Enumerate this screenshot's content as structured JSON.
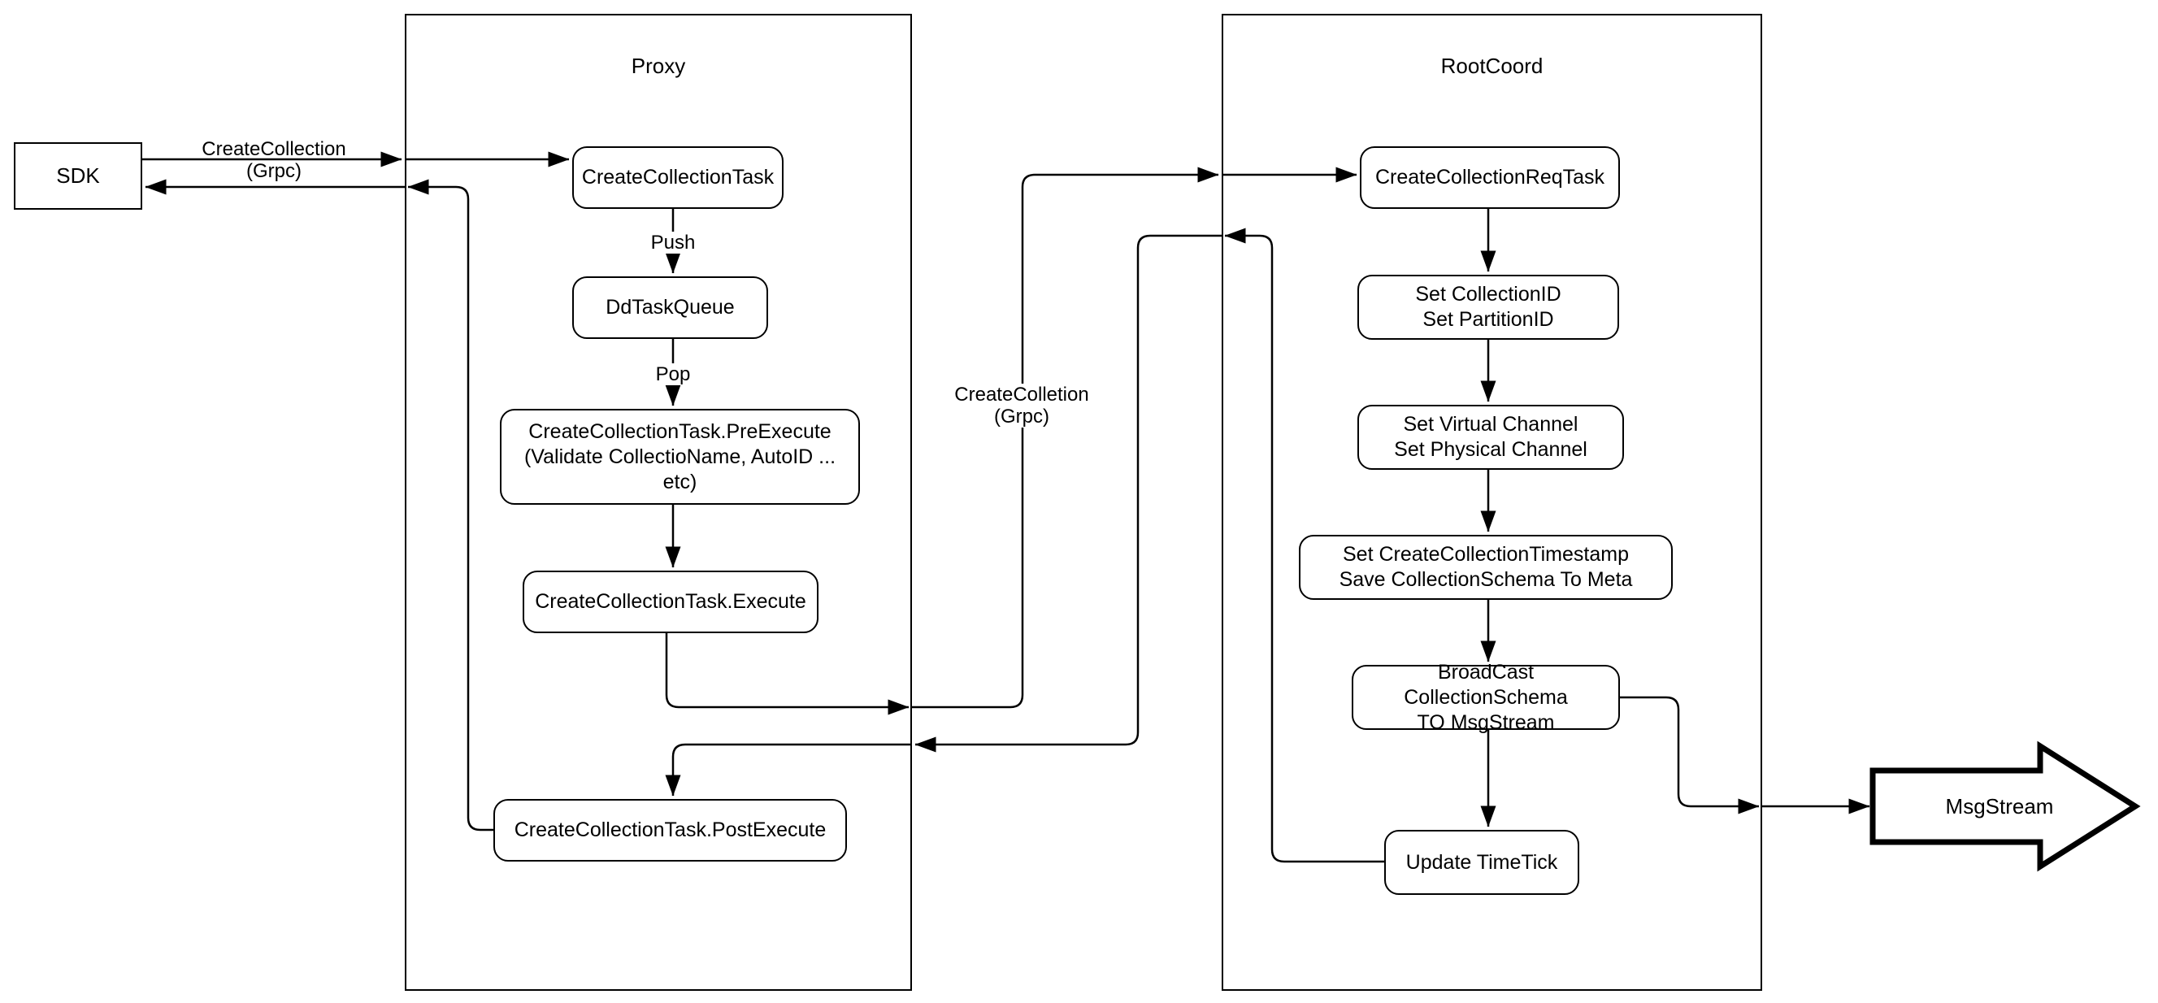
{
  "diagram": {
    "sdk": {
      "label": "SDK"
    },
    "proxy": {
      "title": "Proxy",
      "nodes": {
        "create_collection_task": "CreateCollectionTask",
        "dd_task_queue": "DdTaskQueue",
        "pre_execute": "CreateCollectionTask.PreExecute\n(Validate CollectioName, AutoID ... etc)",
        "execute": "CreateCollectionTask.Execute",
        "post_execute": "CreateCollectionTask.PostExecute"
      }
    },
    "rootcoord": {
      "title": "RootCoord",
      "nodes": {
        "req_task": "CreateCollectionReqTask",
        "set_ids": "Set CollectionID\nSet PartitionID",
        "set_channels": "Set Virtual Channel\nSet Physical Channel",
        "set_timestamp": "Set CreateCollectionTimestamp\nSave CollectionSchema To Meta",
        "broadcast": "BroadCast CollectionSchema\nTO MsgStream",
        "update_timetick": "Update TimeTick"
      }
    },
    "msgstream": {
      "label": "MsgStream"
    },
    "edge_labels": {
      "grpc_call": "CreateCollection\n(Grpc)",
      "push": "Push",
      "pop": "Pop",
      "grpc_internal": "CreateColletion\n(Grpc)"
    },
    "colors": {
      "stroke": "#000000",
      "background": "#ffffff"
    }
  }
}
